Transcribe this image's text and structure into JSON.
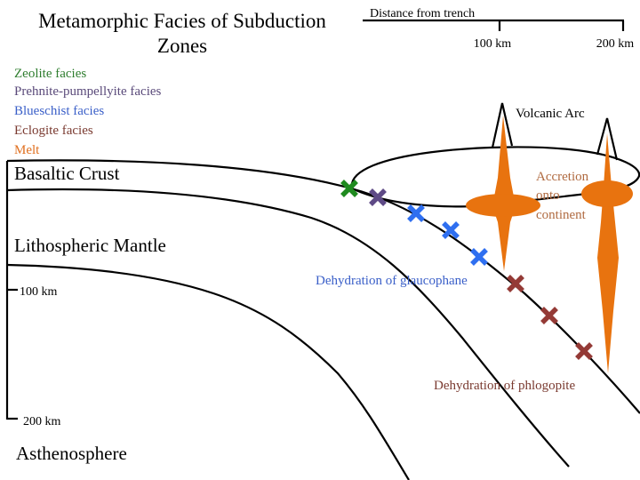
{
  "title_line1": "Metamorphic Facies of Subduction",
  "title_line2": "Zones",
  "legend": [
    {
      "label": "Zeolite facies",
      "color": "#2e7d2e"
    },
    {
      "label": "Prehnite-pumpellyite facies",
      "color": "#5a4a7a"
    },
    {
      "label": "Blueschist facies",
      "color": "#3a5fc8"
    },
    {
      "label": "Eclogite facies",
      "color": "#7a3a30"
    },
    {
      "label": "Melt",
      "color": "#e07020"
    }
  ],
  "distance_scale": {
    "label": "Distance from trench",
    "ticks": [
      "100 km",
      "200 km"
    ]
  },
  "depth_scale": {
    "ticks": [
      "100 km",
      "200 km"
    ]
  },
  "regions": {
    "crust": "Basaltic Crust",
    "mantle": "Lithospheric Mantle",
    "asthenosphere": "Asthenosphere"
  },
  "annotations": {
    "volcanic_arc": "Volcanic Arc",
    "accretion_line1": "Accretion",
    "accretion_line2": "onto",
    "accretion_line3": "continent",
    "glaucophane": "Dehydration of glaucophane",
    "phlogopite": "Dehydration of phlogopite"
  },
  "markers": [
    {
      "facies": "zeolite",
      "color": "#1f8a1f"
    },
    {
      "facies": "prehnite-pumpellyite",
      "color": "#5e4a86"
    },
    {
      "facies": "blueschist",
      "color": "#2f6ff0"
    },
    {
      "facies": "blueschist",
      "color": "#2f6ff0"
    },
    {
      "facies": "blueschist",
      "color": "#2f6ff0"
    },
    {
      "facies": "eclogite",
      "color": "#943a36"
    },
    {
      "facies": "eclogite",
      "color": "#943a36"
    },
    {
      "facies": "eclogite",
      "color": "#943a36"
    }
  ],
  "colors": {
    "melt": "#e8730f",
    "glaucophane_text": "#3a5fc8",
    "phlogopite_text": "#7a3a30",
    "accretion_text": "#b06a40"
  }
}
